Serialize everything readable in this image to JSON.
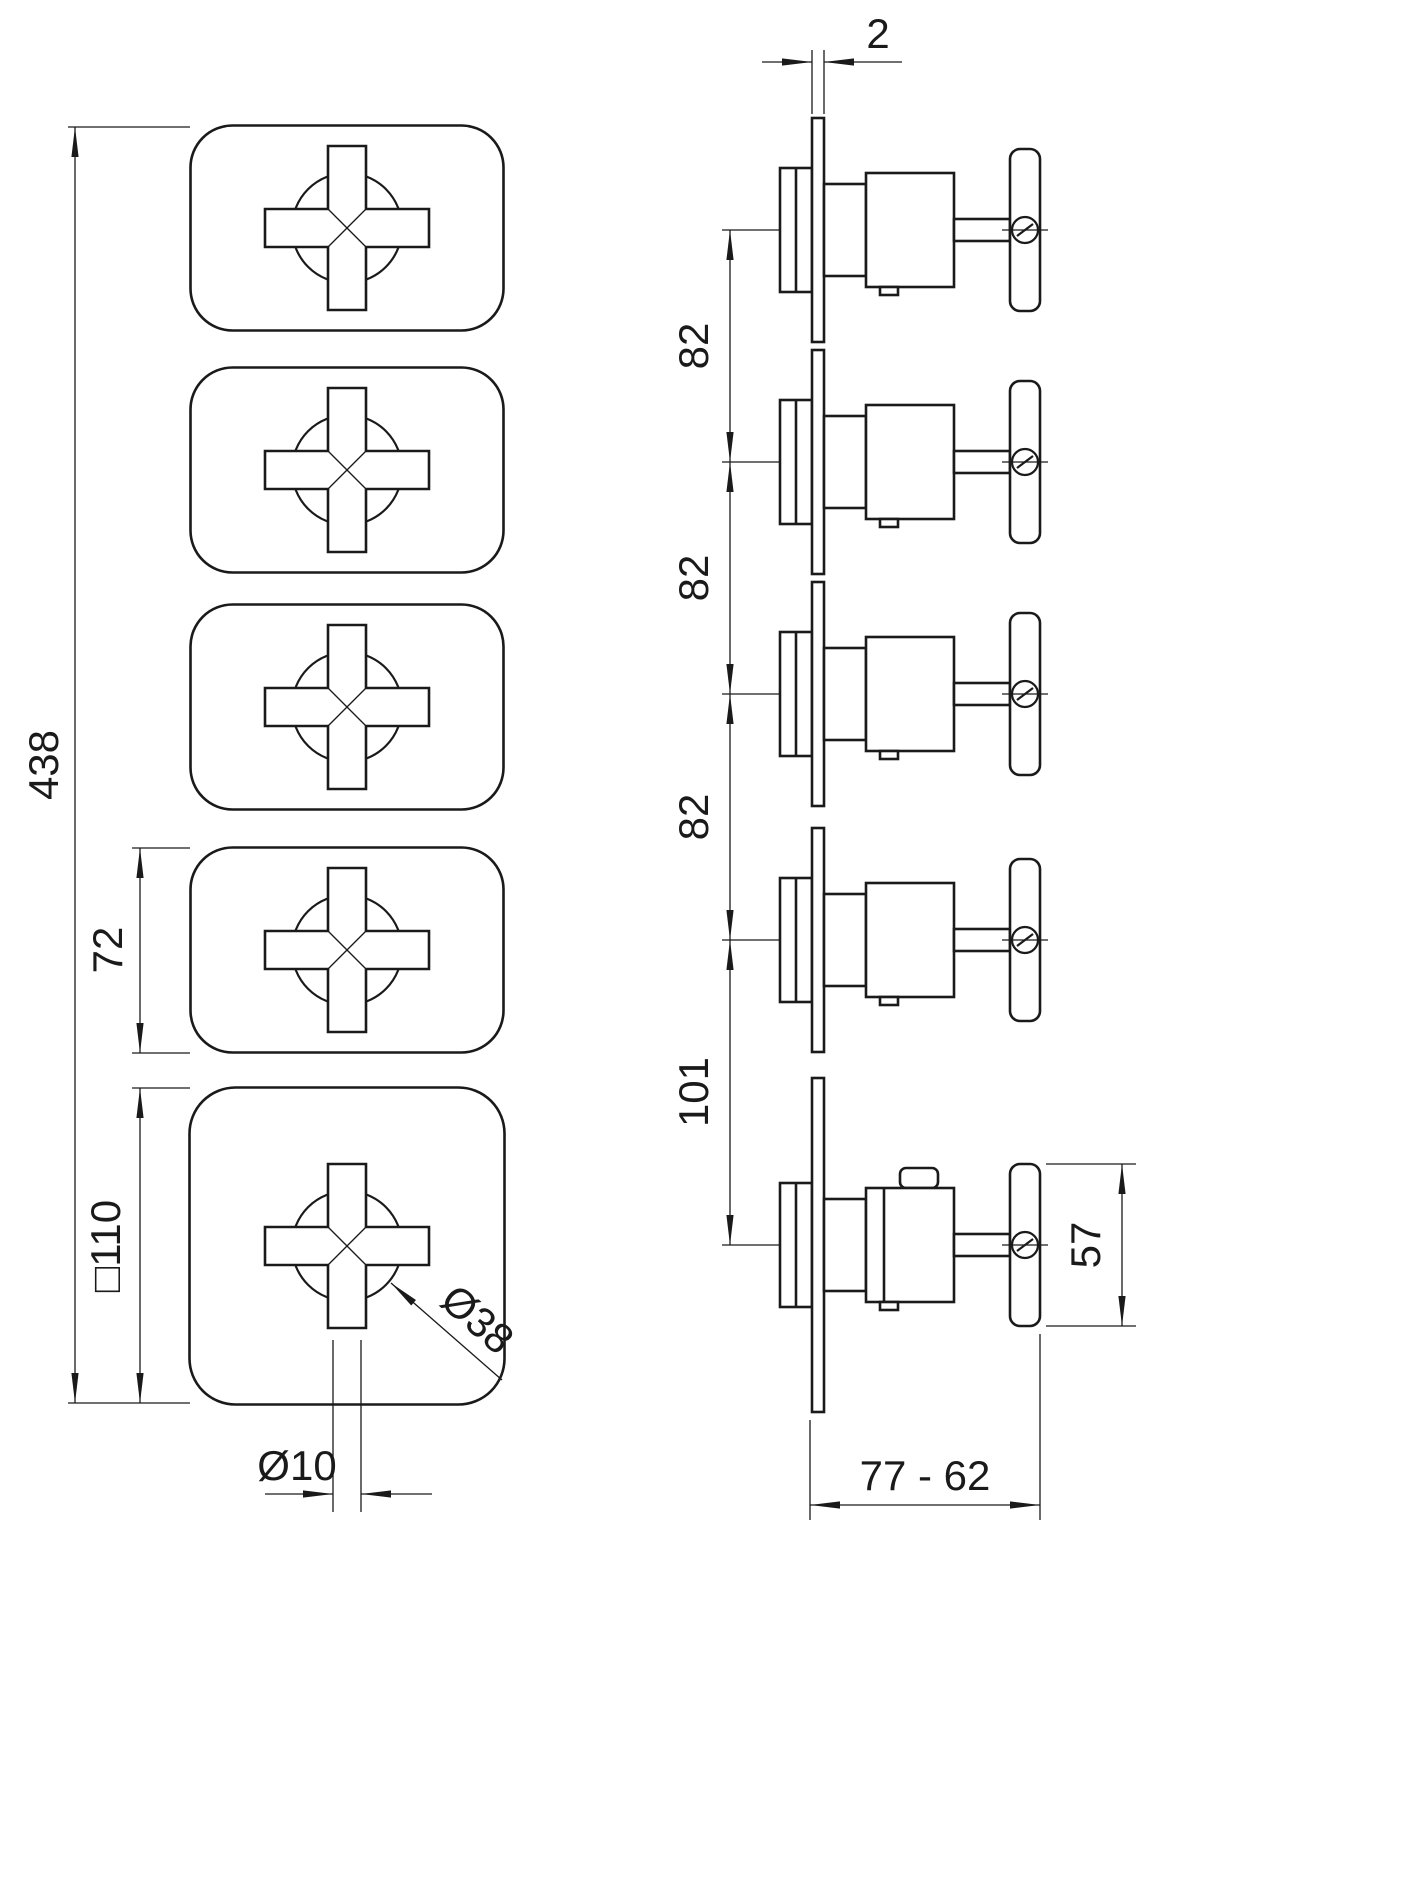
{
  "drawing": {
    "front": {
      "total_height": "438",
      "module_height": "72",
      "plate_size": "□110",
      "stem_diameter": "Ø10",
      "knob_diameter": "Ø38"
    },
    "side": {
      "plate_thickness": "2",
      "spacing_a": "82",
      "spacing_b": "82",
      "spacing_c": "82",
      "spacing_d": "101",
      "handle_height": "57",
      "depth_range": "77 - 62"
    }
  }
}
